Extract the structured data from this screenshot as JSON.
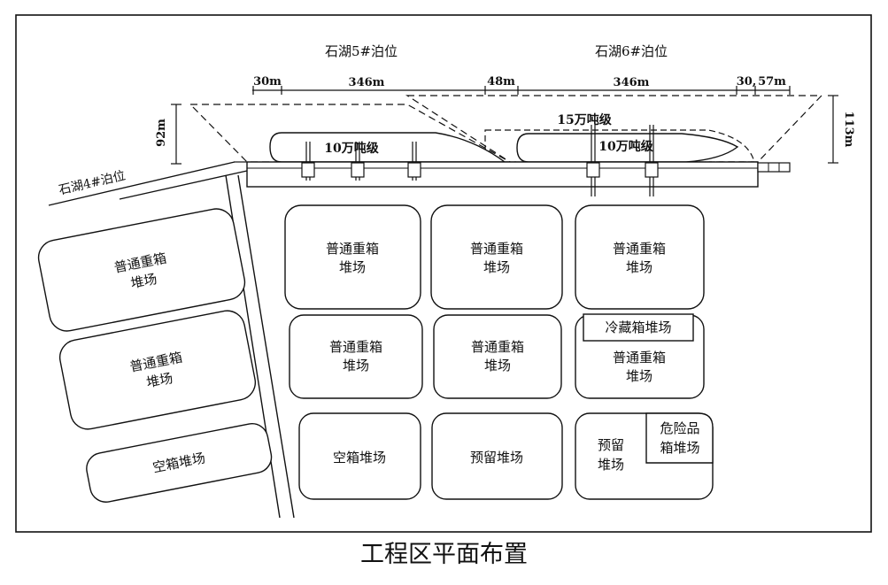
{
  "title": "工程区平面布置",
  "berths": {
    "berth5": "石湖5#泊位",
    "berth6": "石湖6#泊位",
    "berth4": "石湖4#泊位"
  },
  "dimensions": {
    "d30a": "30m",
    "d346a": "346m",
    "d48": "48m",
    "d346b": "346m",
    "d30b": "30,",
    "d57": "57m",
    "d92": "92m",
    "d113": "113m"
  },
  "vessels": {
    "ship_100k_a": "10万吨级",
    "ship_100k_b": "10万吨级",
    "ship_150k": "15万吨级"
  },
  "yards": {
    "left_heavy_1": [
      "普通重箱",
      "堆场"
    ],
    "left_heavy_2": [
      "普通重箱",
      "堆场"
    ],
    "left_empty": "空箱堆场",
    "r1c1": [
      "普通重箱",
      "堆场"
    ],
    "r1c2": [
      "普通重箱",
      "堆场"
    ],
    "r1c3": [
      "普通重箱",
      "堆场"
    ],
    "r2c1": [
      "普通重箱",
      "堆场"
    ],
    "r2c2": [
      "普通重箱",
      "堆场"
    ],
    "reefer": "冷藏箱堆场",
    "r2c3": [
      "普通重箱",
      "堆场"
    ],
    "r3c1": "空箱堆场",
    "r3c2": "预留堆场",
    "r3c3": [
      "预留",
      "堆场"
    ],
    "hazard": [
      "危险品",
      "箱堆场"
    ]
  }
}
